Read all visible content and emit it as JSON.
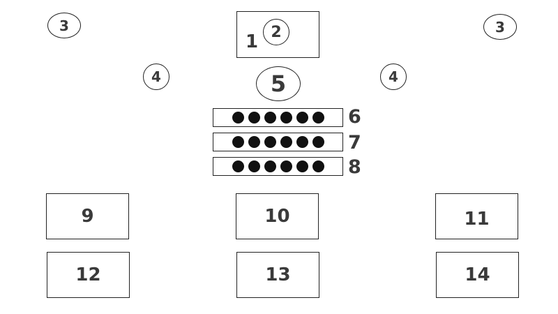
{
  "top_box": {
    "label_left": "1",
    "label_circle": "2"
  },
  "corner_circles": {
    "left": "3",
    "right": "3"
  },
  "side_circles": {
    "left": "4",
    "right": "4"
  },
  "center_circle": "5",
  "rows": [
    {
      "label": "6",
      "dot_count": 6
    },
    {
      "label": "7",
      "dot_count": 6
    },
    {
      "label": "8",
      "dot_count": 6
    }
  ],
  "boxes": {
    "b9": "9",
    "b10": "10",
    "b11": "11",
    "b12": "12",
    "b13": "13",
    "b14": "14"
  }
}
